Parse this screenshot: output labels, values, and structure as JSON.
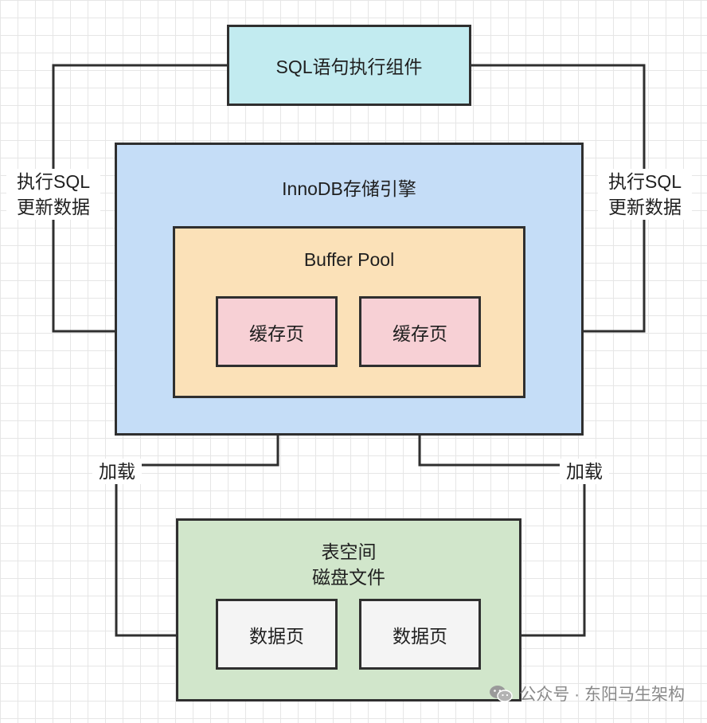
{
  "nodes": {
    "sql_component": "SQL语句执行组件",
    "innodb": "InnoDB存储引擎",
    "buffer_pool": "Buffer Pool",
    "cache_page_1": "缓存页",
    "cache_page_2": "缓存页",
    "tablespace_line1": "表空间",
    "tablespace_line2": "磁盘文件",
    "data_page_1": "数据页",
    "data_page_2": "数据页"
  },
  "edge_labels": {
    "left_exec_line1": "执行SQL",
    "left_exec_line2": "更新数据",
    "right_exec_line1": "执行SQL",
    "right_exec_line2": "更新数据",
    "left_load": "加载",
    "right_load": "加载"
  },
  "watermark": {
    "icon": "wechat-icon",
    "text": "公众号 · 东阳马生架构"
  },
  "colors": {
    "sql_component_fill": "#c2ebf0",
    "innodb_fill": "#c5ddf7",
    "buffer_pool_fill": "#fbe1b8",
    "cache_page_fill": "#f7d0d5",
    "tablespace_fill": "#d1e6cb",
    "data_page_fill": "#f4f4f4",
    "line": "#2f2f2f"
  }
}
